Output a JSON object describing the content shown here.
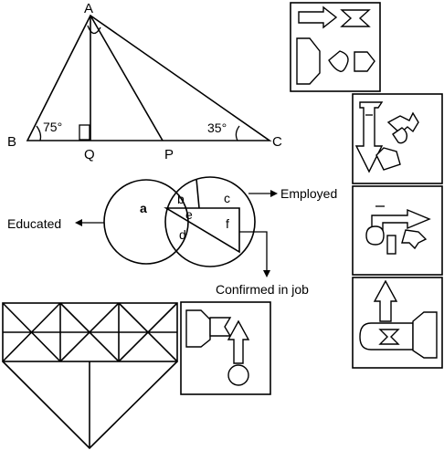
{
  "triangle": {
    "vertex_a": "A",
    "vertex_b": "B",
    "vertex_c": "C",
    "point_q": "Q",
    "point_p": "P",
    "angle_b": "75°",
    "angle_c": "35°"
  },
  "venn": {
    "region_a": "a",
    "region_b": "b",
    "region_c": "c",
    "region_d": "d",
    "region_e": "e",
    "region_f": "f",
    "label_educated": "Educated",
    "label_employed": "Employed",
    "label_confirmed": "Confirmed in job"
  }
}
